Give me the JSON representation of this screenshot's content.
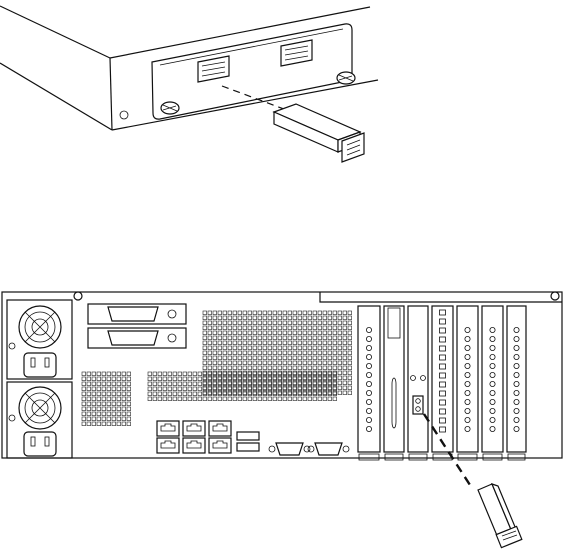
{
  "figure": {
    "top_panel": {
      "part": "switch-chassis-with-transceiver-module",
      "ports": 2,
      "thumbscrews": 2
    },
    "bottom_panel": {
      "part": "server-rear-with-transceiver-module",
      "power_supplies": 2,
      "db15_ports": 2,
      "rj45_ports": 6,
      "usb_ports": 2,
      "db9_ports": 2,
      "expansion_slots": 7
    },
    "colors": {
      "line": "#111111",
      "background": "#ffffff"
    },
    "icons": [
      "thumbscrew-icon",
      "transceiver-icon",
      "fan-grille-icon",
      "power-inlet-icon"
    ]
  }
}
